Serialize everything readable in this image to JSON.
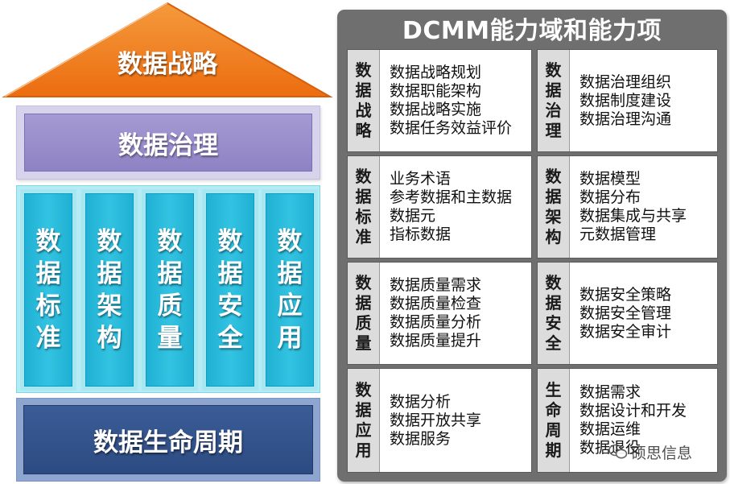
{
  "house": {
    "roof": "数据战略",
    "governance": "数据治理",
    "pillars": [
      "数据标准",
      "数据架构",
      "数据质量",
      "数据安全",
      "数据应用"
    ],
    "foundation": "数据生命周期"
  },
  "panel": {
    "title": "DCMM能力域和能力项",
    "cells": [
      {
        "domain": "数据战略",
        "items": [
          "数据战略规划",
          "数据职能架构",
          "数据战略实施",
          "数据任务效益评价"
        ]
      },
      {
        "domain": "数据治理",
        "items": [
          "数据治理组织",
          "数据制度建设",
          "数据治理沟通"
        ]
      },
      {
        "domain": "数据标准",
        "items": [
          "业务术语",
          "参考数据和主数据",
          "数据元",
          "指标数据"
        ]
      },
      {
        "domain": "数据架构",
        "items": [
          "数据模型",
          "数据分布",
          "数据集成与共享",
          "元数据管理"
        ]
      },
      {
        "domain": "数据质量",
        "items": [
          "数据质量需求",
          "数据质量检查",
          "数据质量分析",
          "数据质量提升"
        ]
      },
      {
        "domain": "数据安全",
        "items": [
          "数据安全策略",
          "数据安全管理",
          "数据安全审计"
        ]
      },
      {
        "domain": "数据应用",
        "items": [
          "数据分析",
          "数据开放共享",
          "数据服务"
        ]
      },
      {
        "domain": "生命周期",
        "items": [
          "数据需求",
          "数据设计和开发",
          "数据运维",
          "数据退役"
        ]
      }
    ]
  },
  "watermark": {
    "text": "硕思信息",
    "icon": "wechat-icon"
  },
  "colors": {
    "roof": "#f07a1a",
    "governance": "#9a8fcc",
    "pillar": "#28b9dc",
    "foundation": "#34558e",
    "panel": "#6f6f6f"
  }
}
